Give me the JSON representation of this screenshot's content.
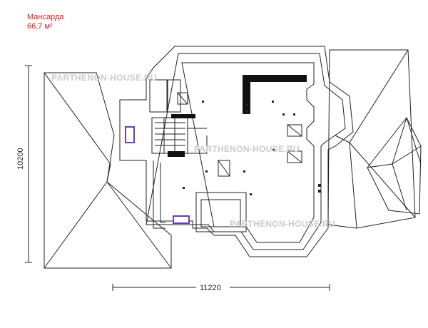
{
  "plan": {
    "floor_name": "Мансарда",
    "area": "66,7 м²",
    "width_dimension": "11220",
    "height_dimension": "10200",
    "watermark": "PARTHENON-HOUSE.RU"
  },
  "colors": {
    "title": "#e0181b",
    "line": "#222222",
    "wall_fill": "#ffffff",
    "watermark": "#c9ccd2",
    "window": "#6a3fb5"
  }
}
